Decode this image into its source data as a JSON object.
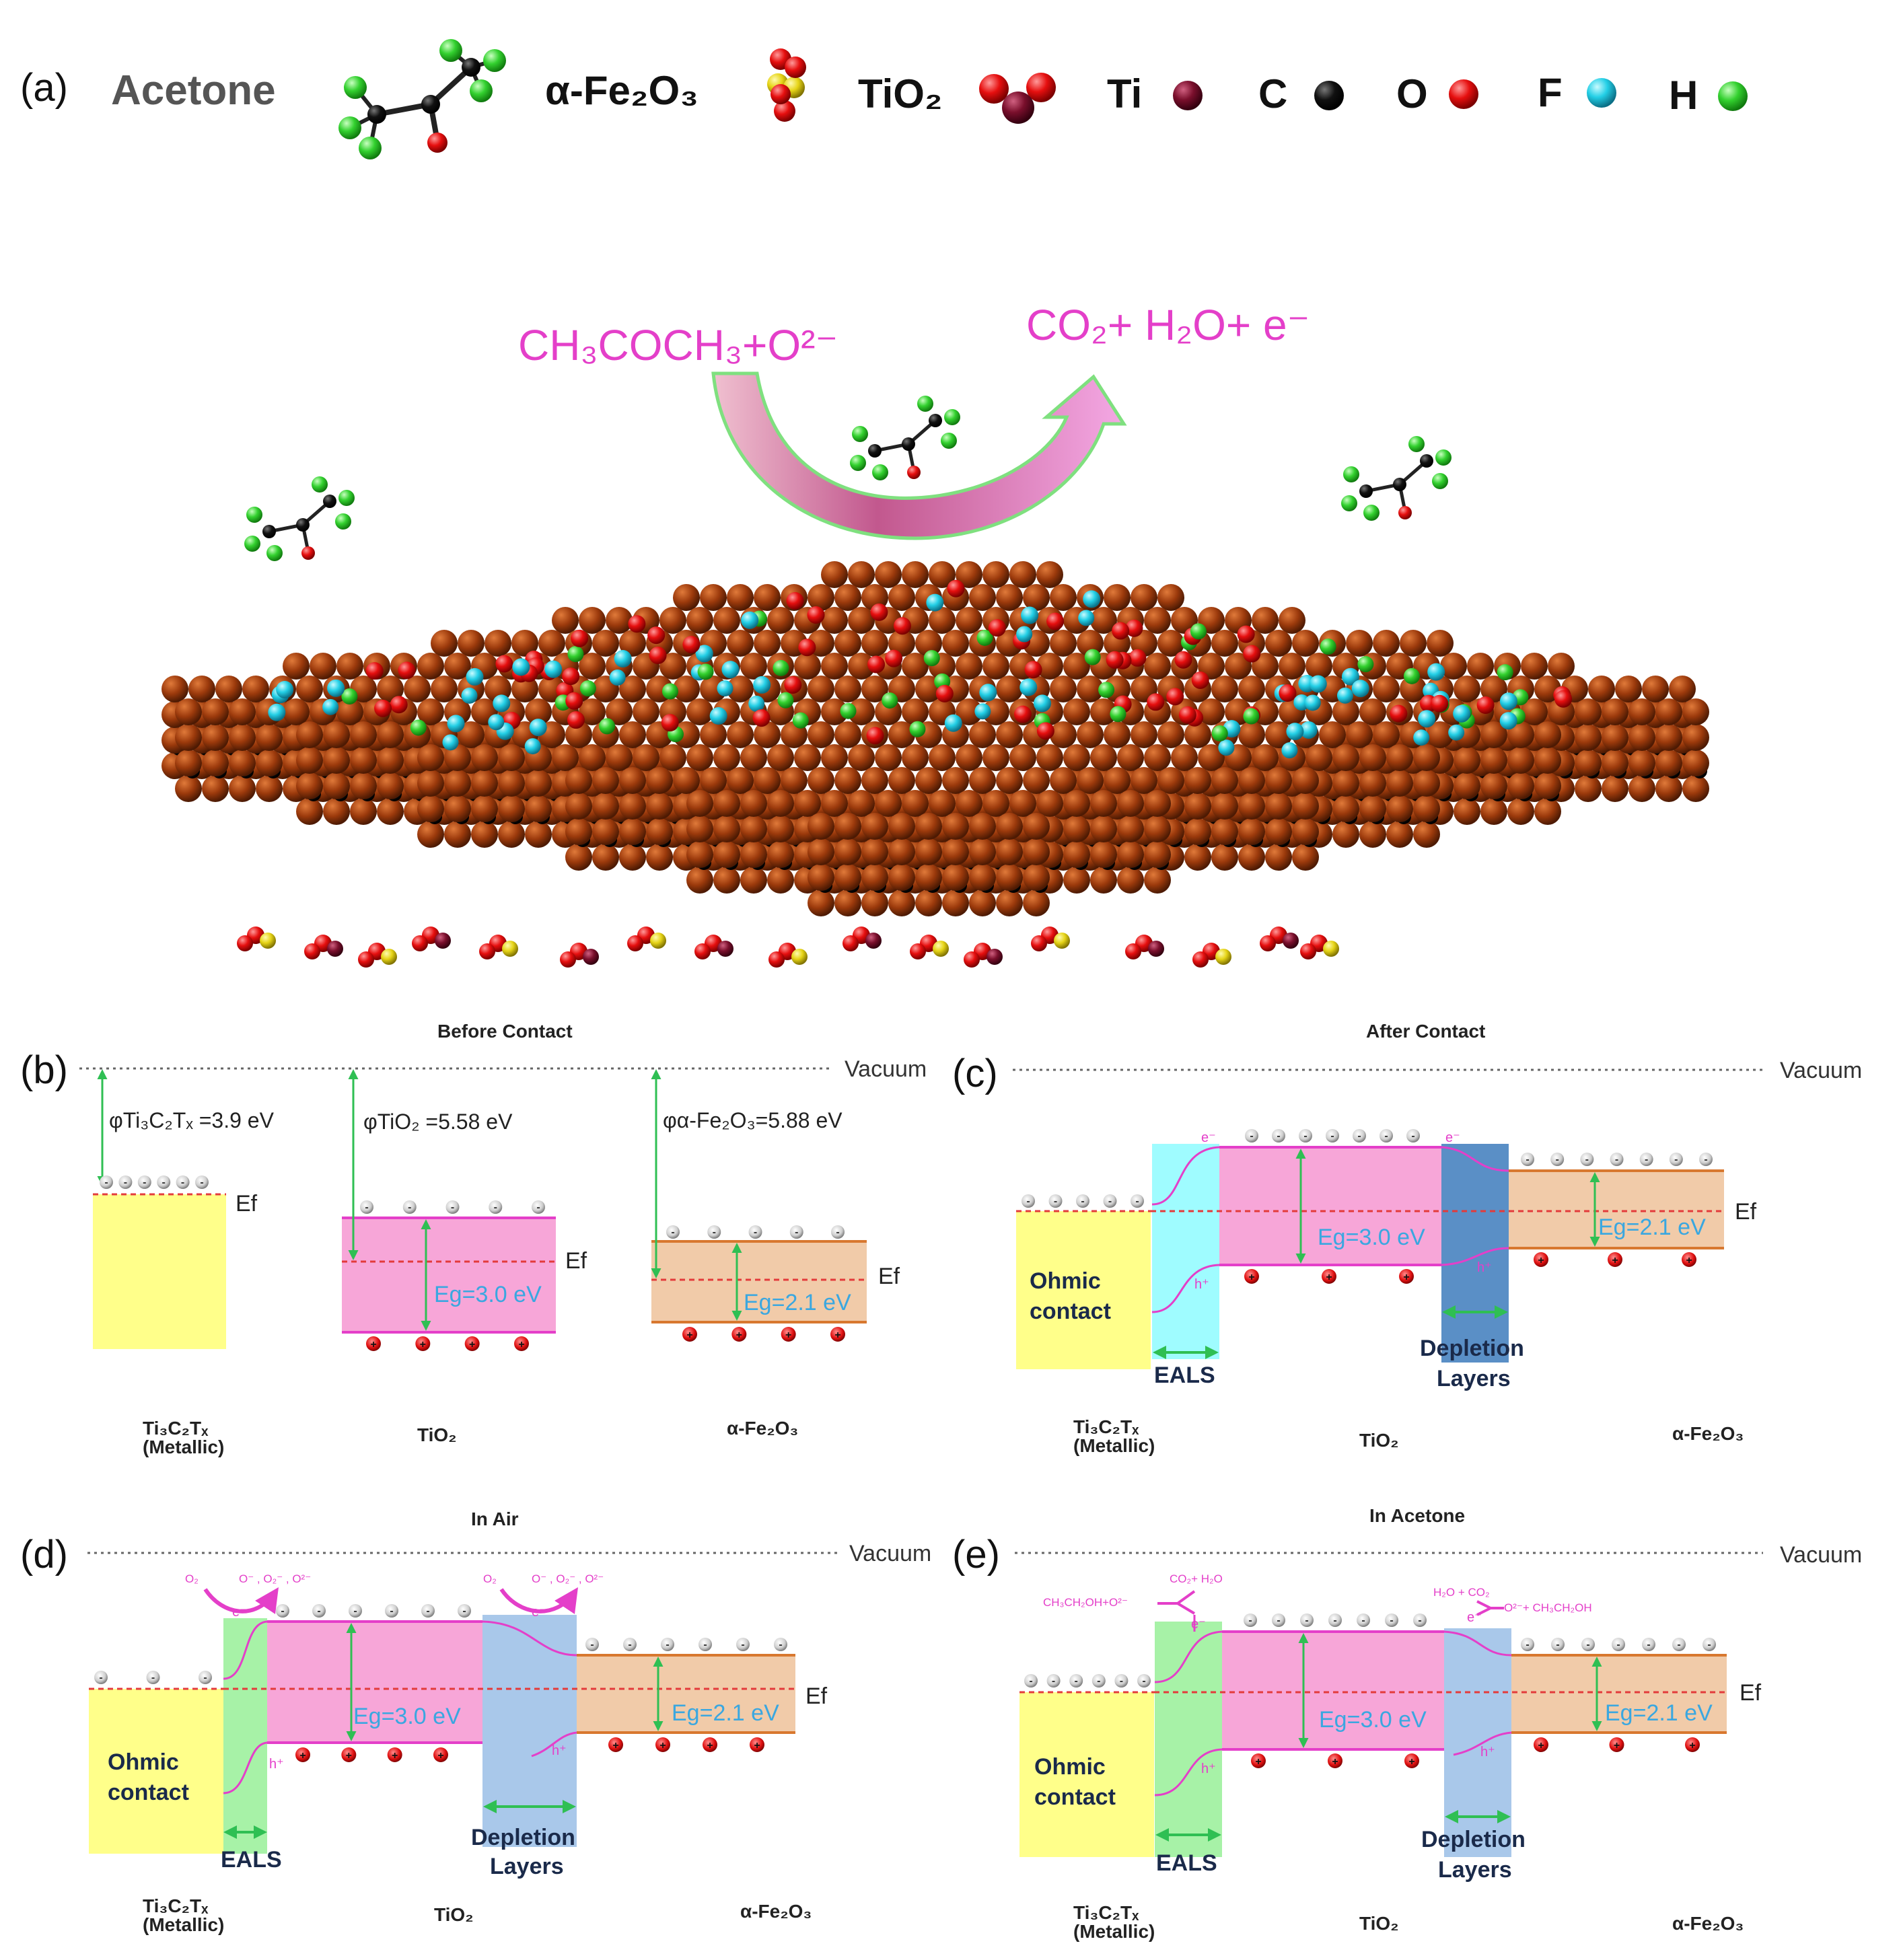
{
  "panel_a": {
    "label": "(a)",
    "legend": {
      "acetone": "Acetone",
      "fe2o3": "α-Fe₂O₃",
      "tio2": "TiO₂",
      "ti": "Ti",
      "c": "C",
      "o": "O",
      "f": "F",
      "h": "H"
    },
    "reaction_left": "CH₃COCH₃+O²⁻",
    "reaction_right": "CO₂+ H₂O+ e⁻",
    "colors": {
      "ti_substrate": "#9c3a0c",
      "o": "#e60f0f",
      "f": "#23cfe6",
      "h": "#33d12f",
      "c": "#111111",
      "ti": "#7a0f2c",
      "fe": "#e6d417"
    }
  },
  "panel_b": {
    "label": "(b)",
    "title": "Before Contact",
    "vacuum": "Vacuum",
    "phi_ti3c2tx": "φTi₃C₂Tₓ =3.9 eV",
    "phi_tio2": "φTiO₂ =5.58 eV",
    "phi_fe2o3": "φα-Fe₂O₃=5.88 eV",
    "ef": "Ef",
    "eg_tio2": "Eg=3.0 eV",
    "eg_fe2o3": "Eg=2.1 eV",
    "mat_ti3c2tx": "Ti₃C₂Tₓ",
    "mat_ti3c2tx_sub": "(Metallic)",
    "mat_tio2": "TiO₂",
    "mat_fe2o3": "α-Fe₂O₃"
  },
  "panel_c": {
    "label": "(c)",
    "title": "After Contact",
    "vacuum": "Vacuum",
    "ef": "Ef",
    "eg_tio2": "Eg=3.0 eV",
    "eg_fe2o3": "Eg=2.1 eV",
    "ohmic_1": "Ohmic",
    "ohmic_2": "contact",
    "eals": "EALS",
    "depletion_1": "Depletion",
    "depletion_2": "Layers",
    "electron": "e⁻",
    "hole": "h⁺",
    "mat_ti3c2tx": "Ti₃C₂Tₓ",
    "mat_ti3c2tx_sub": "(Metallic)",
    "mat_tio2": "TiO₂",
    "mat_fe2o3": "α-Fe₂O₃"
  },
  "panel_d": {
    "label": "(d)",
    "title": "In Air",
    "vacuum": "Vacuum",
    "ef": "Ef",
    "eg_tio2": "Eg=3.0 eV",
    "eg_fe2o3": "Eg=2.1 eV",
    "ohmic_1": "Ohmic",
    "ohmic_2": "contact",
    "eals": "EALS",
    "depletion_1": "Depletion",
    "depletion_2": "Layers",
    "o2": "O₂",
    "oxygen_species": "O⁻ , O₂⁻ , O²⁻",
    "electron": "e⁻",
    "hole": "h⁺",
    "mat_ti3c2tx": "Ti₃C₂Tₓ",
    "mat_ti3c2tx_sub": "(Metallic)",
    "mat_tio2": "TiO₂",
    "mat_fe2o3": "α-Fe₂O₃"
  },
  "panel_e": {
    "label": "(e)",
    "title": "In Acetone",
    "vacuum": "Vacuum",
    "ef": "Ef",
    "eg_tio2": "Eg=3.0 eV",
    "eg_fe2o3": "Eg=2.1 eV",
    "ohmic_1": "Ohmic",
    "ohmic_2": "contact",
    "eals": "EALS",
    "depletion_1": "Depletion",
    "depletion_2": "Layers",
    "reaction_1_left": "CH₃CH₂OH+O²⁻",
    "reaction_1_right": "CO₂+ H₂O",
    "reaction_2_left": "H₂O + CO₂",
    "reaction_2_right": "O²⁻+ CH₃CH₂OH",
    "electron": "e⁻",
    "hole": "h⁺",
    "mat_ti3c2tx": "Ti₃C₂Tₓ",
    "mat_ti3c2tx_sub": "(Metallic)",
    "mat_tio2": "TiO₂",
    "mat_fe2o3": "α-Fe₂O₃"
  },
  "colors": {
    "metal": "#ffff8a",
    "tio2": "#f7a6d8",
    "tio2_edge": "#e43fc9",
    "fe2o3": "#f1cba9",
    "fe2o3_edge": "#d8782f",
    "eals_c": "#9ffcff",
    "eals_de": "#a7f2a7",
    "depletion_c": "#5a8fc6",
    "depletion_de": "#a9c8ea",
    "band_arrow": "#2fbf53",
    "ef_dash": "#e33b3b",
    "magenta": "#e43fc9",
    "eg_text": "#3aa7e0"
  }
}
